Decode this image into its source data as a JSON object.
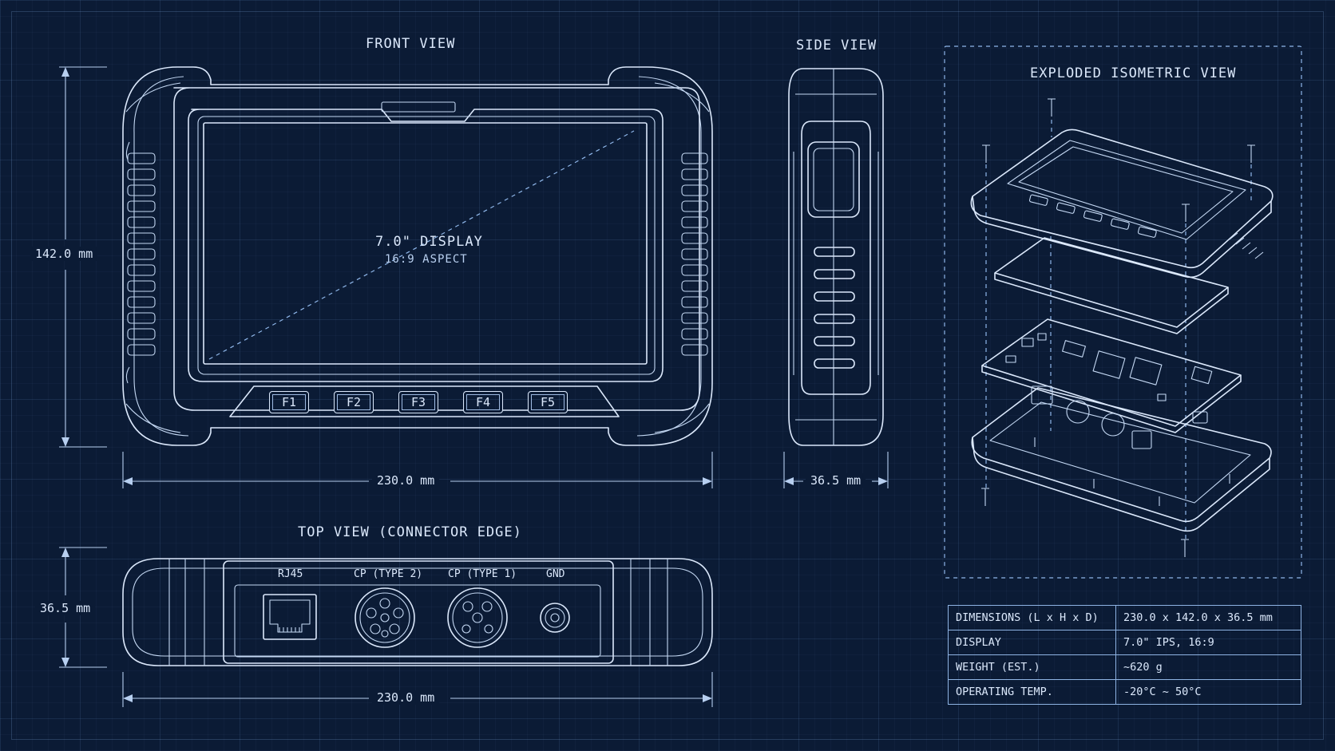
{
  "views": {
    "front": "FRONT VIEW",
    "side": "SIDE VIEW",
    "top": "TOP VIEW (CONNECTOR EDGE)",
    "exploded": "EXPLODED ISOMETRIC VIEW"
  },
  "display": {
    "size": "7.0\" DISPLAY",
    "aspect": "16:9 ASPECT"
  },
  "function_keys": [
    "F1",
    "F2",
    "F3",
    "F4",
    "F5"
  ],
  "dimensions": {
    "front_height": "142.0 mm",
    "front_width": "230.0 mm",
    "side_depth": "36.5 mm",
    "top_depth": "36.5 mm",
    "top_width": "230.0 mm"
  },
  "connectors": [
    "RJ45",
    "CP (TYPE 2)",
    "CP (TYPE 1)",
    "GND"
  ],
  "specs": [
    {
      "label": "DIMENSIONS (L x H x D)",
      "value": "230.0 x 142.0 x 36.5 mm"
    },
    {
      "label": "DISPLAY",
      "value": "7.0\" IPS, 16:9"
    },
    {
      "label": "WEIGHT (EST.)",
      "value": "~620 g"
    },
    {
      "label": "OPERATING TEMP.",
      "value": "-20°C ~ 50°C"
    }
  ],
  "colors": {
    "background": "#0b1b35",
    "line": "#dbe8fb",
    "grid": "#6e96d2",
    "accent": "#8fb7ea"
  }
}
